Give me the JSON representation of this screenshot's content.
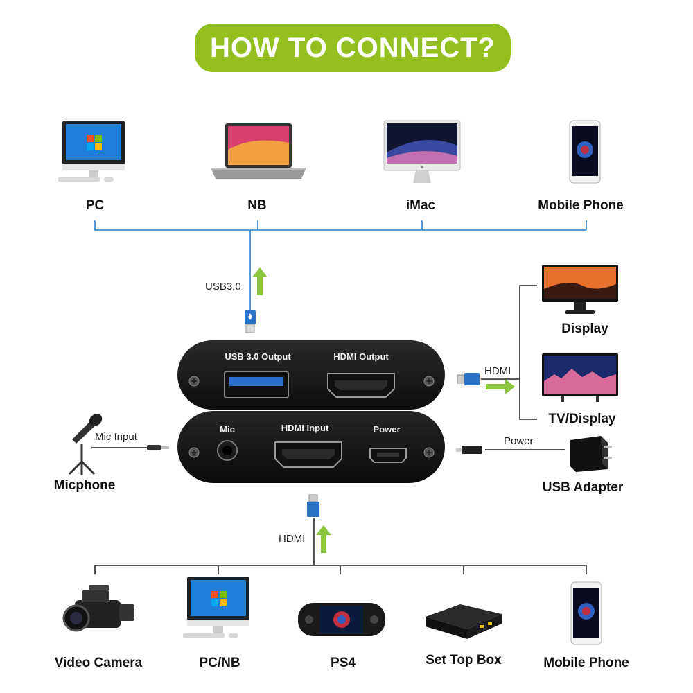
{
  "title": "HOW TO CONNECT?",
  "top_devices": [
    {
      "label": "PC",
      "icon": "pc-monitor-icon"
    },
    {
      "label": "NB",
      "icon": "laptop-icon"
    },
    {
      "label": "iMac",
      "icon": "imac-icon"
    },
    {
      "label": "Mobile Phone",
      "icon": "mobile-phone-icon"
    }
  ],
  "connections": {
    "usb": "USB3.0",
    "hdmi_out": "HDMI",
    "mic": "Mic Input",
    "power": "Power",
    "hdmi_in": "HDMI"
  },
  "device_ports": {
    "usb_out": "USB 3.0 Output",
    "hdmi_out": "HDMI Output",
    "mic": "Mic",
    "hdmi_in": "HDMI  Input",
    "power": "Power"
  },
  "right_devices": [
    {
      "label": "Display",
      "icon": "display-icon"
    },
    {
      "label": "TV/Display",
      "icon": "tv-icon"
    }
  ],
  "mic_device": {
    "label": "Micphone",
    "icon": "microphone-icon"
  },
  "adapter_device": {
    "label": "USB Adapter",
    "icon": "usb-adapter-icon"
  },
  "bottom_devices": [
    {
      "label": "Video Camera",
      "icon": "video-camera-icon"
    },
    {
      "label": "PC/NB",
      "icon": "pc-monitor-icon"
    },
    {
      "label": "PS4",
      "icon": "handheld-console-icon"
    },
    {
      "label": "Set Top Box",
      "icon": "set-top-box-icon"
    },
    {
      "label": "Mobile Phone",
      "icon": "mobile-phone-icon"
    }
  ],
  "colors": {
    "accent": "#93c01f",
    "line": "#5b9bd5",
    "arrow": "#8cc63f"
  }
}
